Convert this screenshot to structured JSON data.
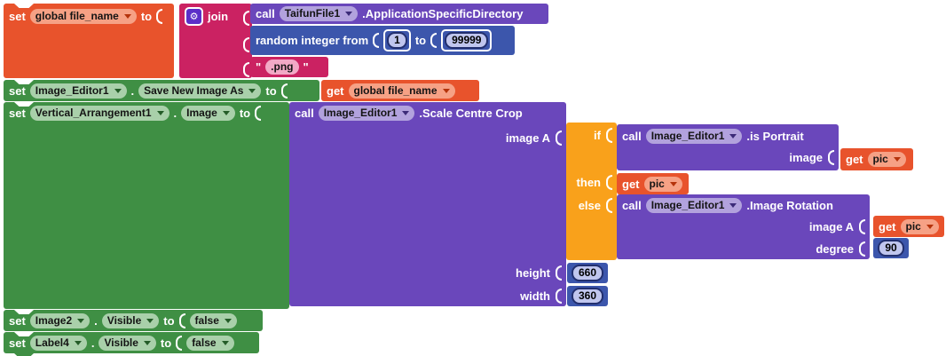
{
  "colors": {
    "variable_orange": "#E8532C",
    "component_green": "#3F8F44",
    "logic_green": "#4C9A50",
    "text_pink": "#CB2262",
    "procedure_purple": "#6A47BB",
    "math_blue": "#3C56AC",
    "control_yellow": "#F9A11B",
    "gear_purple": "#5B2EC8"
  },
  "blocks": {
    "setFileName": {
      "set": "set",
      "variable": "global file_name",
      "to": "to"
    },
    "join": {
      "label": "join",
      "gear": "⚙"
    },
    "callTaifun": {
      "call": "call",
      "component": "TaifunFile1",
      "method": ".ApplicationSpecificDirectory"
    },
    "randomInt": {
      "prefix": "random integer from",
      "fromValue": "1",
      "toLabel": "to",
      "toValue": "99999"
    },
    "textPng": {
      "openQuote": "\"",
      "value": ".png",
      "closeQuote": "\""
    },
    "setSaveNewImage": {
      "set": "set",
      "component": "Image_Editor1",
      "dot": ".",
      "property": "Save New Image As",
      "to": "to"
    },
    "getFileName": {
      "get": "get",
      "variable": "global file_name"
    },
    "setVaImage": {
      "set": "set",
      "component": "Vertical_Arrangement1",
      "dot": ".",
      "property": "Image",
      "to": "to"
    },
    "callScaleCentreCrop": {
      "call": "call",
      "component": "Image_Editor1",
      "method": ".Scale Centre Crop",
      "paramImageA": "image A",
      "paramHeight": "height",
      "paramWidth": "width"
    },
    "ifElse": {
      "ifLabel": "if",
      "thenLabel": "then",
      "elseLabel": "else"
    },
    "callIsPortrait": {
      "call": "call",
      "component": "Image_Editor1",
      "method": ".is Portrait",
      "paramImage": "image"
    },
    "getPicIf": {
      "get": "get",
      "variable": "pic"
    },
    "getPicThen": {
      "get": "get",
      "variable": "pic"
    },
    "callImageRotation": {
      "call": "call",
      "component": "Image_Editor1",
      "method": ".Image Rotation",
      "paramImageA": "image A",
      "paramDegree": "degree"
    },
    "getPicElse": {
      "get": "get",
      "variable": "pic"
    },
    "numDegree": {
      "value": "90"
    },
    "numHeight": {
      "value": "660"
    },
    "numWidth": {
      "value": "360"
    },
    "setImage2Visible": {
      "set": "set",
      "component": "Image2",
      "dot": ".",
      "property": "Visible",
      "to": "to",
      "value": "false"
    },
    "setLabel4Visible": {
      "set": "set",
      "component": "Label4",
      "dot": ".",
      "property": "Visible",
      "to": "to",
      "value": "false"
    }
  }
}
